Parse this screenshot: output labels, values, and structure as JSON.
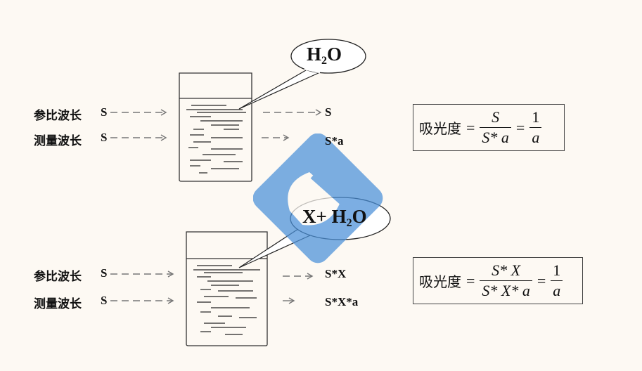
{
  "top": {
    "reference_label": "参比波长",
    "measure_label": "测量波长",
    "reference_in": "S",
    "measure_in": "S",
    "reference_out": "S",
    "measure_out": "S*a",
    "bubble_main": "H",
    "bubble_sub": "2",
    "bubble_tail": "O",
    "formula": {
      "label": "吸光度",
      "eq1": "=",
      "num1": "S",
      "den1": "S* a",
      "eq2": "=",
      "num2": "1",
      "den2": "a"
    }
  },
  "bottom": {
    "reference_label": "参比波长",
    "measure_label": "测量波长",
    "reference_in": "S",
    "measure_in": "S",
    "reference_out": "S*X",
    "measure_out": "S*X*a",
    "bubble_main": "X+ H",
    "bubble_sub": "2",
    "bubble_tail": "O",
    "formula": {
      "label": "吸光度",
      "eq1": "=",
      "num1": "S* X",
      "den1": "S* X* a",
      "eq2": "=",
      "num2": "1",
      "den2": "a"
    }
  },
  "colors": {
    "background": "#fdf9f3",
    "arrow": "#777777",
    "watermark": "#4a90d9"
  }
}
